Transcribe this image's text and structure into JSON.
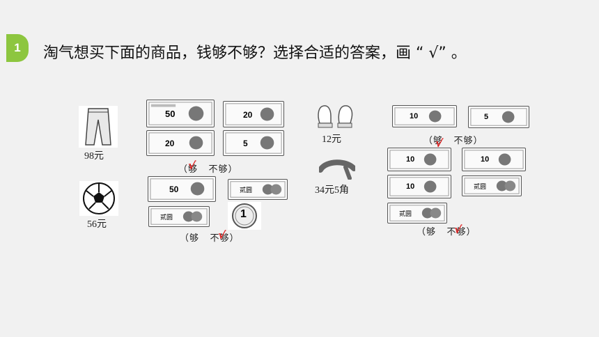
{
  "header": {
    "number": "1",
    "question": "淘气想买下面的商品，钱够不够？选择合适的答案，画 “ √” 。"
  },
  "items": {
    "pants": {
      "price": "98元",
      "icon": "pants-icon"
    },
    "ball": {
      "price": "56元",
      "icon": "soccer-ball-icon"
    },
    "gloves": {
      "price": "12元",
      "icon": "gloves-icon"
    },
    "scarf": {
      "price": "34元5角",
      "icon": "scarf-icon"
    }
  },
  "notes": {
    "fifty": "50",
    "twenty": "20",
    "ten": "10",
    "five": "5",
    "two": "贰圆",
    "one": "1"
  },
  "choices": {
    "enough": "够",
    "not_enough": "不够",
    "check": "√",
    "open_paren": "（",
    "close_paren": "）"
  },
  "colors": {
    "accent": "#8dc63f",
    "check": "#e02020"
  }
}
